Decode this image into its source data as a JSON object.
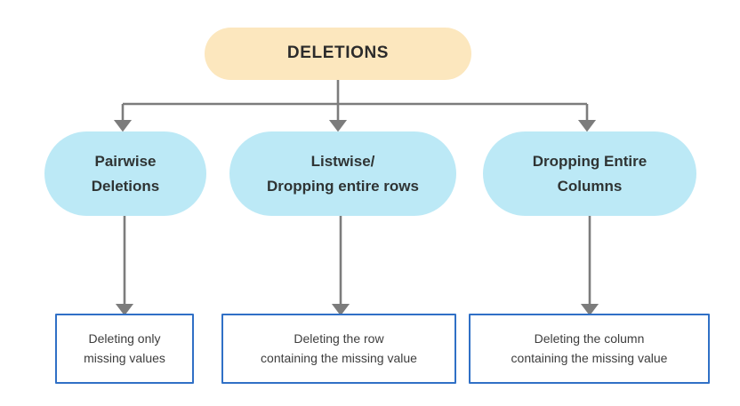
{
  "diagram": {
    "title": "DELETIONS",
    "background_color": "#ffffff",
    "connector_color": "#7c7c7c",
    "root": {
      "label": "DELETIONS",
      "fill_color": "#FCE7BE",
      "text_color": "#2b2b2b"
    },
    "branches": [
      {
        "id": "pairwise",
        "method_line1": "Pairwise",
        "method_line2": "Deletions",
        "detail_line1": "Deleting only",
        "detail_line2": "missing values",
        "pill_color": "#BCE9F6",
        "box_border_color": "#3070C6"
      },
      {
        "id": "listwise",
        "method_line1": "Listwise/",
        "method_line2": "Dropping entire rows",
        "detail_line1": "Deleting the row",
        "detail_line2": "containing the missing value",
        "pill_color": "#BCE9F6",
        "box_border_color": "#3070C6"
      },
      {
        "id": "columns",
        "method_line1": "Dropping Entire",
        "method_line2": "Columns",
        "detail_line1": "Deleting the column",
        "detail_line2": "containing the missing value",
        "pill_color": "#BCE9F6",
        "box_border_color": "#3070C6"
      }
    ]
  }
}
